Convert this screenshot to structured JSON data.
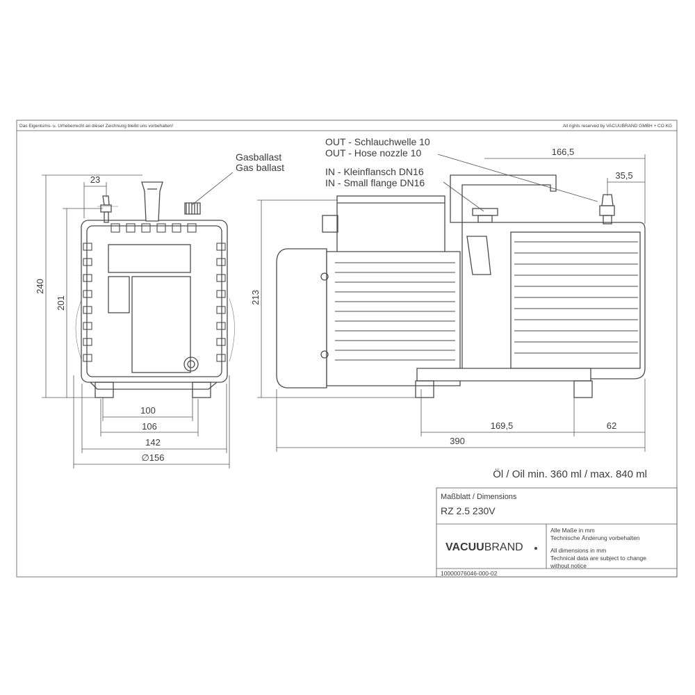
{
  "header": {
    "left_note": "Das Eigentums- u. Urheberrecht an dieser Zeichnung bleibt uns vorbehalten!",
    "right_note": "All rights reserved by VACUUBRAND GMBH + CO KG"
  },
  "labels": {
    "gas_ballast_de": "Gasballast",
    "gas_ballast_en": "Gas ballast",
    "out_de": "OUT - Schlauchwelle 10",
    "out_en": "OUT - Hose nozzle 10",
    "in_de": "IN - Kleinflansch DN16",
    "in_en": "IN - Small flange DN16"
  },
  "dimensions": {
    "front": {
      "d23": "23",
      "d240": "240",
      "d201": "201",
      "d100": "100",
      "d106": "106",
      "d142": "142",
      "d156": "∅156"
    },
    "side": {
      "d166_5": "166,5",
      "d35_5": "35,5",
      "d213": "213",
      "d169_5": "169,5",
      "d62": "62",
      "d390": "390"
    }
  },
  "oil_note": "Öl / Oil   min. 360 ml / max. 840 ml",
  "title_block": {
    "sheet_title": "Maßblatt / Dimensions",
    "model": "RZ 2.5 230V",
    "logo_bold": "VACUU",
    "logo_light": "BRAND",
    "notes_de_1": "Alle Maße in mm",
    "notes_de_2": "Technische Änderung vorbehalten",
    "notes_en_1": "All dimensions in mm",
    "notes_en_2": "Technical data are subject to change",
    "notes_en_3": "without notice",
    "drawing_number": "10000076046-000-02"
  }
}
